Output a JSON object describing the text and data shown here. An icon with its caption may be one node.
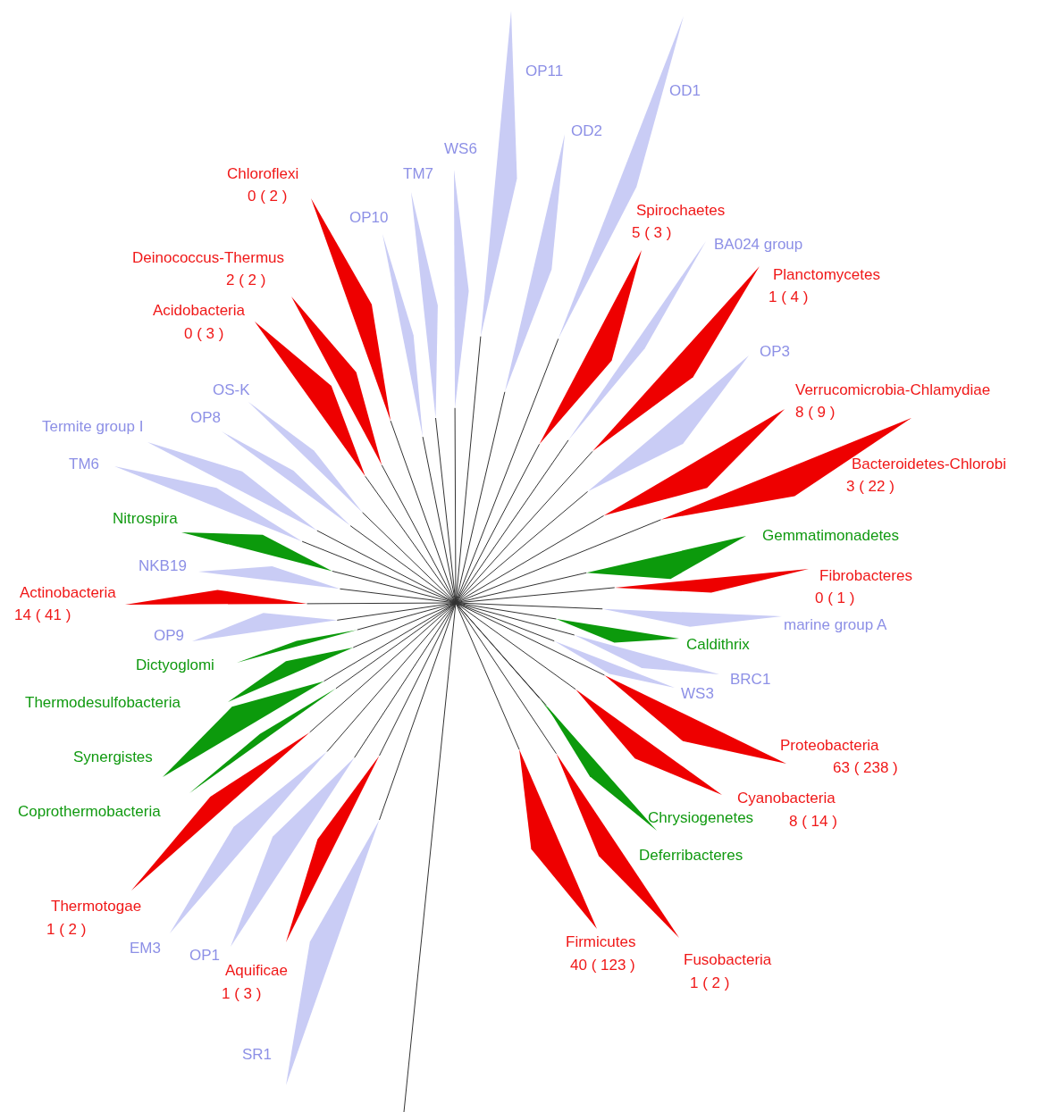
{
  "diagram": {
    "labels": [
      "OP11",
      "OD1",
      "OD2",
      "WS6",
      "Chloroflexi",
      "TM7",
      "0 ( 2 )",
      "Spirochaetes",
      "OP10",
      "5 ( 3 )",
      "BA024 group",
      "Deinococcus-Thermus",
      "Planctomycetes",
      "2 ( 2 )",
      "1 ( 4 )",
      "Acidobacteria",
      "0 ( 3 )",
      "OP3",
      "OS-K",
      "Verrucomicrobia-Chlamydiae",
      "Termite group I",
      "OP8",
      "8 ( 9 )",
      "TM6",
      "Bacteroidetes-Chlorobi",
      "3 ( 22 )",
      "Nitrospira",
      "Gemmatimonadetes",
      "NKB19",
      "Fibrobacteres",
      "Actinobacteria",
      "0 ( 1 )",
      "14 ( 41 )",
      "marine group A",
      "OP9",
      "Caldithrix",
      "Dictyoglomi",
      "BRC1",
      "WS3",
      "Thermodesulfobacteria",
      "Proteobacteria",
      "Synergistes",
      "63 ( 238 )",
      "Cyanobacteria",
      "Coprothermobacteria",
      "Chrysiogenetes",
      "8 ( 14 )",
      "Deferribacteres",
      "Thermotogae",
      "1 ( 2 )",
      "Firmicutes",
      "EM3",
      "OP1",
      "Fusobacteria",
      "40 ( 123 )",
      "Aquificae",
      "1 ( 2 )",
      "1 ( 3 )",
      "SR1"
    ]
  }
}
